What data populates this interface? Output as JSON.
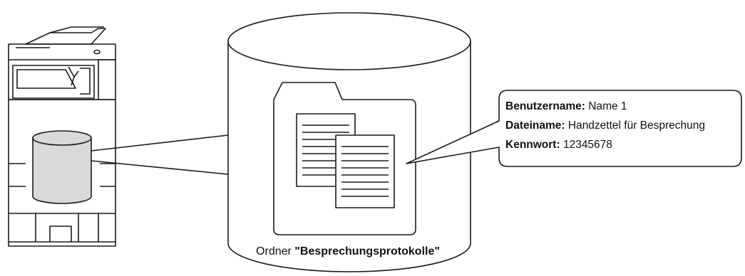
{
  "folder": {
    "prefix": "Ordner",
    "name": "\"Besprechungsprotokolle\""
  },
  "file_info": [
    {
      "label": "Benutzername:",
      "value": "Name 1"
    },
    {
      "label": "Dateiname:",
      "value": "Handzettel für Besprechung"
    },
    {
      "label": "Kennwort:",
      "value": "12345678"
    }
  ],
  "colors": {
    "line": "#1a1a1a",
    "drive_fill": "#d9d9d9",
    "background": "#ffffff"
  },
  "icons": [
    "multifunction-printer-icon",
    "storage-drive-icon",
    "storage-cylinder-icon",
    "folder-icon",
    "document-icon"
  ]
}
